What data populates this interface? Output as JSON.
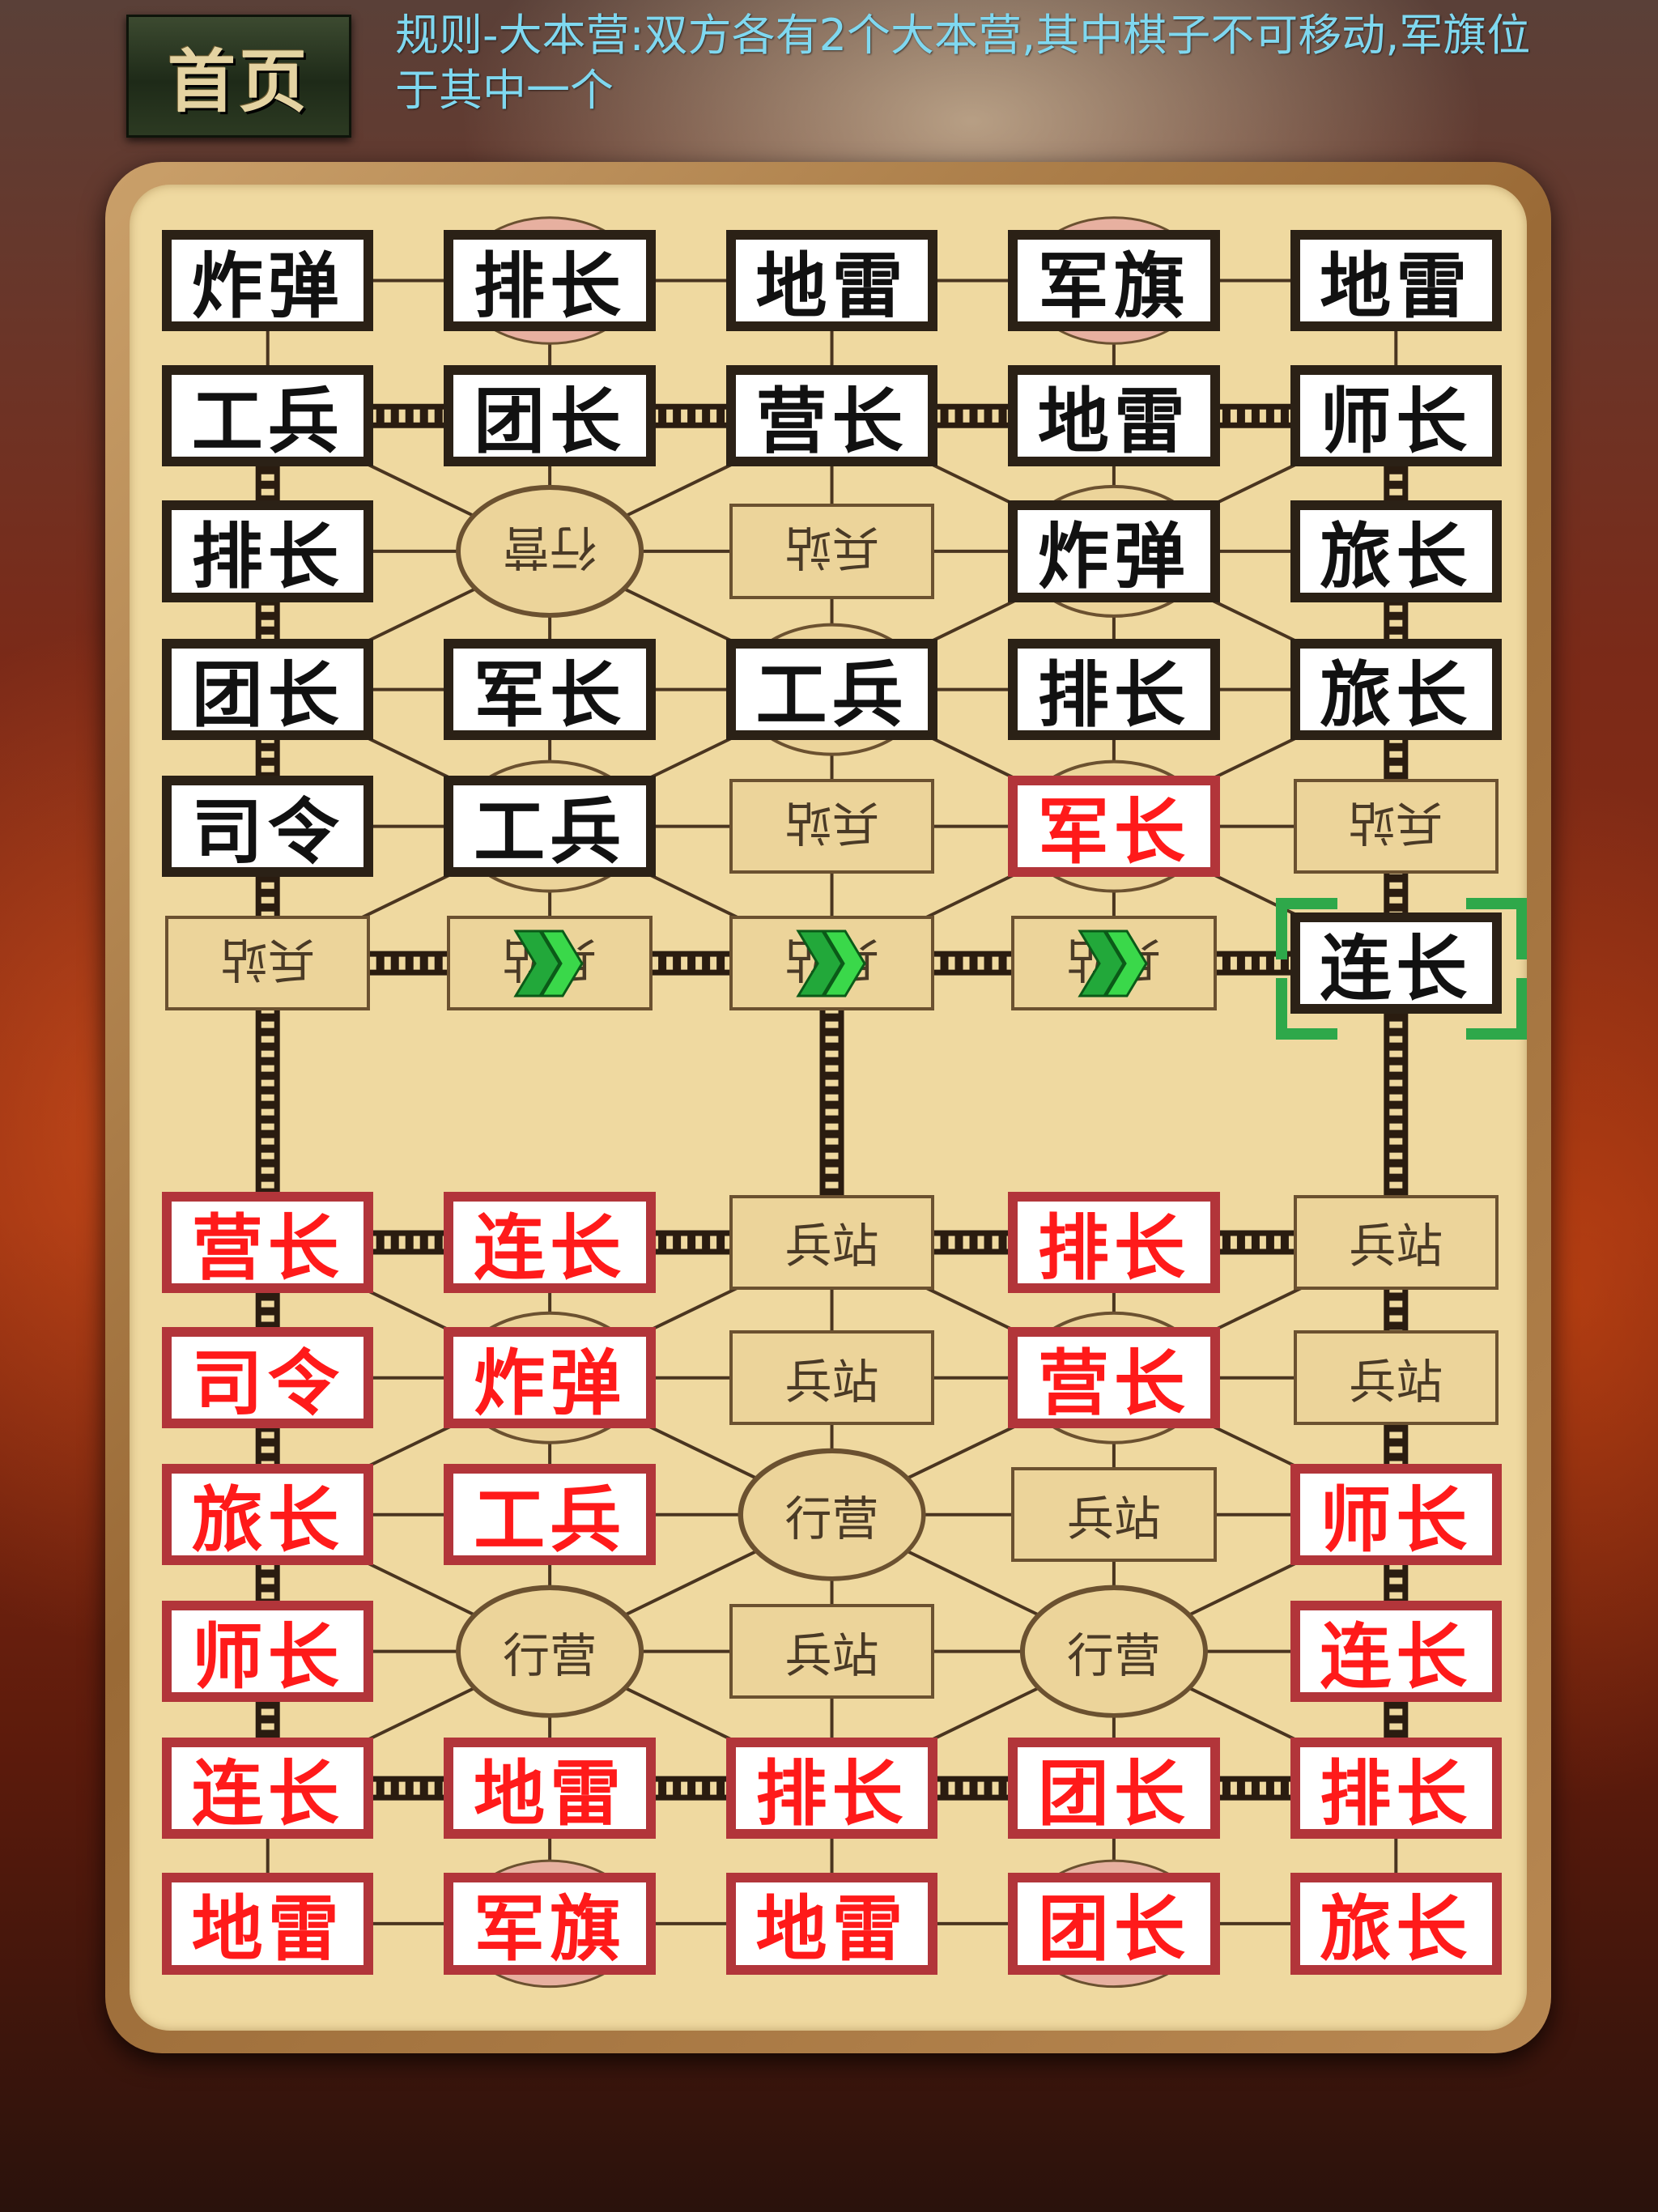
{
  "header": {
    "home_label": "首页",
    "rules_text": "规则-大本营:双方各有2个大本营,其中棋子不可移动,军旗位于其中一个"
  },
  "board": {
    "colors": {
      "black_border": "#2b2116",
      "red_border": "#b2353a",
      "red_text": "#ff1a1a",
      "board_bg": "#efd9a0",
      "line": "#4a3520",
      "selection": "#2ea84a",
      "arrow": "#3ad84a"
    },
    "labels": {
      "station": "兵站",
      "camp": "行营"
    },
    "rows": [
      [
        {
          "t": "炸弹",
          "s": "black"
        },
        {
          "t": "排长",
          "s": "black"
        },
        {
          "t": "地雷",
          "s": "black"
        },
        {
          "t": "军旗",
          "s": "black"
        },
        {
          "t": "地雷",
          "s": "black"
        }
      ],
      [
        {
          "t": "工兵",
          "s": "black"
        },
        {
          "t": "团长",
          "s": "black"
        },
        {
          "t": "营长",
          "s": "black"
        },
        {
          "t": "地雷",
          "s": "black"
        },
        {
          "t": "师长",
          "s": "black"
        }
      ],
      [
        {
          "t": "排长",
          "s": "black"
        },
        {
          "t": "行营",
          "s": "camp",
          "flip": true
        },
        {
          "t": "兵站",
          "s": "station",
          "flip": true
        },
        {
          "t": "炸弹",
          "s": "black"
        },
        {
          "t": "旅长",
          "s": "black"
        }
      ],
      [
        {
          "t": "团长",
          "s": "black"
        },
        {
          "t": "军长",
          "s": "black"
        },
        {
          "t": "工兵",
          "s": "black"
        },
        {
          "t": "排长",
          "s": "black"
        },
        {
          "t": "旅长",
          "s": "black"
        }
      ],
      [
        {
          "t": "司令",
          "s": "black"
        },
        {
          "t": "工兵",
          "s": "black"
        },
        {
          "t": "兵站",
          "s": "station",
          "flip": true
        },
        {
          "t": "军长",
          "s": "red"
        },
        {
          "t": "兵站",
          "s": "station",
          "flip": true
        }
      ],
      [
        {
          "t": "兵站",
          "s": "station",
          "flip": true
        },
        {
          "t": "兵站",
          "s": "station",
          "flip": true,
          "arrow": true
        },
        {
          "t": "兵站",
          "s": "station",
          "flip": true,
          "arrow": true
        },
        {
          "t": "兵站",
          "s": "station",
          "flip": true,
          "arrow": true
        },
        {
          "t": "连长",
          "s": "black",
          "selected": true
        }
      ],
      [
        {
          "t": "营长",
          "s": "red"
        },
        {
          "t": "连长",
          "s": "red"
        },
        {
          "t": "兵站",
          "s": "station"
        },
        {
          "t": "排长",
          "s": "red"
        },
        {
          "t": "兵站",
          "s": "station"
        }
      ],
      [
        {
          "t": "司令",
          "s": "red"
        },
        {
          "t": "炸弹",
          "s": "red"
        },
        {
          "t": "兵站",
          "s": "station"
        },
        {
          "t": "营长",
          "s": "red"
        },
        {
          "t": "兵站",
          "s": "station"
        }
      ],
      [
        {
          "t": "旅长",
          "s": "red"
        },
        {
          "t": "工兵",
          "s": "red"
        },
        {
          "t": "行营",
          "s": "camp"
        },
        {
          "t": "兵站",
          "s": "station"
        },
        {
          "t": "师长",
          "s": "red"
        }
      ],
      [
        {
          "t": "师长",
          "s": "red"
        },
        {
          "t": "行营",
          "s": "camp"
        },
        {
          "t": "兵站",
          "s": "station"
        },
        {
          "t": "行营",
          "s": "camp"
        },
        {
          "t": "连长",
          "s": "red"
        }
      ],
      [
        {
          "t": "连长",
          "s": "red"
        },
        {
          "t": "地雷",
          "s": "red"
        },
        {
          "t": "排长",
          "s": "red"
        },
        {
          "t": "团长",
          "s": "red"
        },
        {
          "t": "排长",
          "s": "red"
        }
      ],
      [
        {
          "t": "地雷",
          "s": "red"
        },
        {
          "t": "军旗",
          "s": "red"
        },
        {
          "t": "地雷",
          "s": "red"
        },
        {
          "t": "团长",
          "s": "red"
        },
        {
          "t": "旅长",
          "s": "red"
        }
      ]
    ]
  }
}
